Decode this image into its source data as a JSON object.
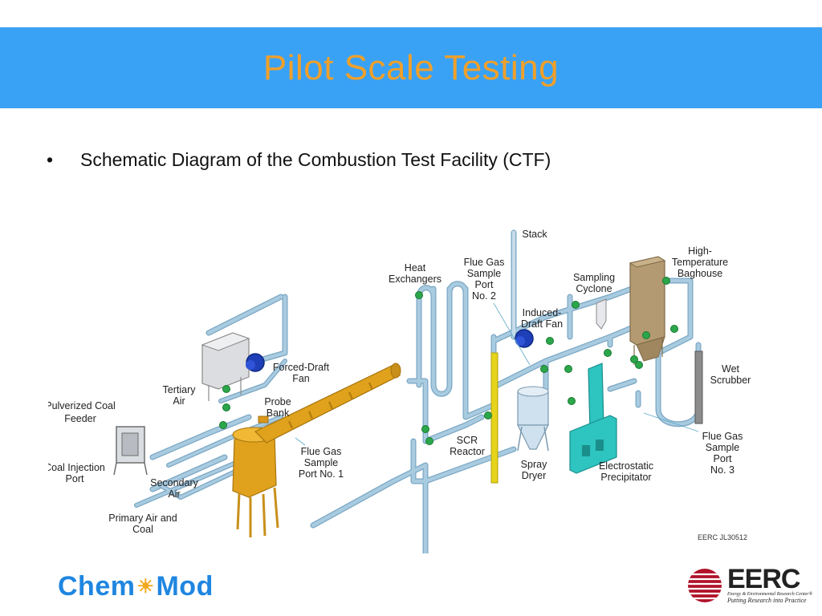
{
  "slide": {
    "title": "Pilot Scale Testing",
    "bullet_marker": "•",
    "bullet_text": "Schematic Diagram of the Combustion Test Facility (CTF)"
  },
  "diagram": {
    "labels": {
      "stack": "Stack",
      "heat_exchangers_1": "Heat",
      "heat_exchangers_2": "Exchangers",
      "fgsp2_1": "Flue Gas",
      "fgsp2_2": "Sample",
      "fgsp2_3": "Port",
      "fgsp2_4": "No. 2",
      "sampling_cyclone_1": "Sampling",
      "sampling_cyclone_2": "Cyclone",
      "baghouse_1": "High-",
      "baghouse_2": "Temperature",
      "baghouse_3": "Baghouse",
      "idfan_1": "Induced-",
      "idfan_2": "Draft Fan",
      "fdfan_1": "Forced-Draft",
      "fdfan_2": "Fan",
      "tertiary_1": "Tertiary",
      "tertiary_2": "Air",
      "pcf_1": "Pulverized Coal",
      "pcf_2": "Feeder",
      "probe_1": "Probe",
      "probe_2": "Bank",
      "coal_inj_1": "Coal Injection",
      "coal_inj_2": "Port",
      "fgsp1_1": "Flue Gas",
      "fgsp1_2": "Sample",
      "fgsp1_3": "Port No. 1",
      "secondary_1": "Secondary",
      "secondary_2": "Air",
      "primary_1": "Primary Air and",
      "primary_2": "Coal",
      "scr_1": "SCR",
      "scr_2": "Reactor",
      "spray_1": "Spray",
      "spray_2": "Dryer",
      "esp_1": "Electrostatic",
      "esp_2": "Precipitator",
      "wet_1": "Wet",
      "wet_2": "Scrubber",
      "fgsp3_1": "Flue Gas",
      "fgsp3_2": "Sample",
      "fgsp3_3": "Port",
      "fgsp3_4": "No. 3",
      "ref_code": "EERC JL30512"
    },
    "colors": {
      "pipe": "#a9cbe0",
      "pipe_edge": "#7aa7c4",
      "furnace": "#e0a21c",
      "furnace_dark": "#b57f10",
      "valve": "#2ca64a",
      "fan": "#1f3fb8",
      "baghouse": "#b39a72",
      "esp": "#2ec4c0",
      "scrubber": "#8c8c8c",
      "yellow_column": "#e6d41a"
    }
  },
  "logos": {
    "chem_left": "Chem",
    "chem_sun": "☀",
    "chem_right": "Mod",
    "eerc_word": "EERC",
    "eerc_sub": "Energy & Environmental Research Center®",
    "eerc_tag": "Putting Research into Practice"
  }
}
